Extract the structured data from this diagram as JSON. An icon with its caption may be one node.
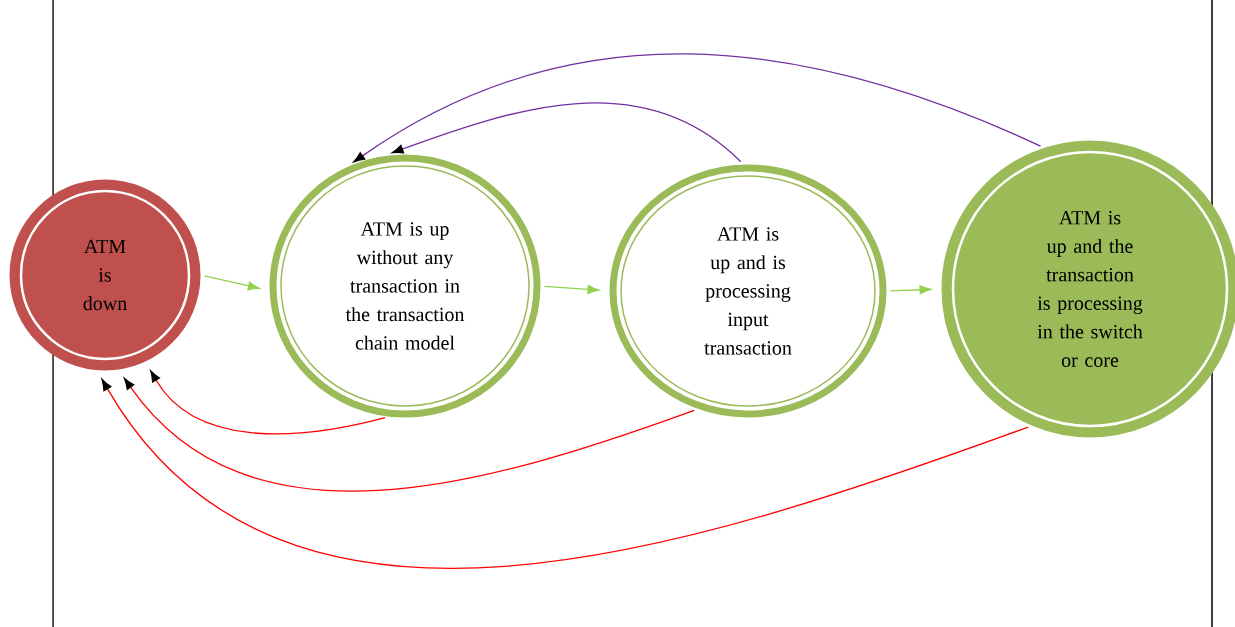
{
  "diagram": {
    "nodes": [
      {
        "text": [
          "ATM is down"
        ]
      },
      {
        "text": [
          "ATM is up without any transaction in the transaction chain model"
        ]
      },
      {
        "text": [
          "ATM is up and is processing input transaction"
        ]
      },
      {
        "text": [
          "ATM is up and the transaction is processing in the switch or core"
        ]
      }
    ],
    "edges": [
      {
        "from": 0,
        "to": 1,
        "arrow": "to",
        "color": "#92d050"
      },
      {
        "from": 1,
        "to": 2,
        "arrow": "to",
        "color": "#92d050"
      },
      {
        "from": 2,
        "to": 3,
        "arrow": "to",
        "color": "#92d050"
      },
      {
        "from": 2,
        "to": 1,
        "arrow": "to",
        "color": "#7030a0"
      },
      {
        "from": 3,
        "to": 1,
        "arrow": "to",
        "color": "#7030a0"
      },
      {
        "from": 1,
        "to": 0,
        "arrow": "to",
        "color": "#ff0000"
      },
      {
        "from": 2,
        "to": 0,
        "arrow": "to",
        "color": "#ff0000"
      },
      {
        "from": 3,
        "to": 0,
        "arrow": "to",
        "color": "#ff0000"
      }
    ]
  }
}
